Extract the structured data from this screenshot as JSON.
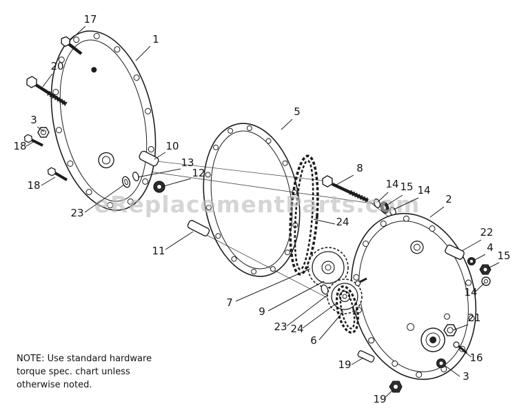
{
  "diagram": {
    "background_color": "#ffffff",
    "line_color": "#1c1c1c",
    "dark_part_color": "#2e2e2e"
  },
  "watermark": {
    "text": "eReplacementParts.com",
    "color": "#bcbcbc"
  },
  "note": {
    "lines": [
      "NOTE: Use standard hardware",
      "torque spec. chart unless",
      "otherwise noted."
    ]
  },
  "callouts": [
    {
      "label": "17"
    },
    {
      "label": "1"
    },
    {
      "label": "20"
    },
    {
      "label": "3"
    },
    {
      "label": "18"
    },
    {
      "label": "18"
    },
    {
      "label": "23"
    },
    {
      "label": "10"
    },
    {
      "label": "13"
    },
    {
      "label": "12"
    },
    {
      "label": "11"
    },
    {
      "label": "5"
    },
    {
      "label": "8"
    },
    {
      "label": "14"
    },
    {
      "label": "15"
    },
    {
      "label": "14"
    },
    {
      "label": "2"
    },
    {
      "label": "24"
    },
    {
      "label": "22"
    },
    {
      "label": "4"
    },
    {
      "label": "15"
    },
    {
      "label": "14"
    },
    {
      "label": "7"
    },
    {
      "label": "9"
    },
    {
      "label": "23"
    },
    {
      "label": "24"
    },
    {
      "label": "6"
    },
    {
      "label": "21"
    },
    {
      "label": "16"
    },
    {
      "label": "3"
    },
    {
      "label": "19"
    },
    {
      "label": "19"
    }
  ]
}
